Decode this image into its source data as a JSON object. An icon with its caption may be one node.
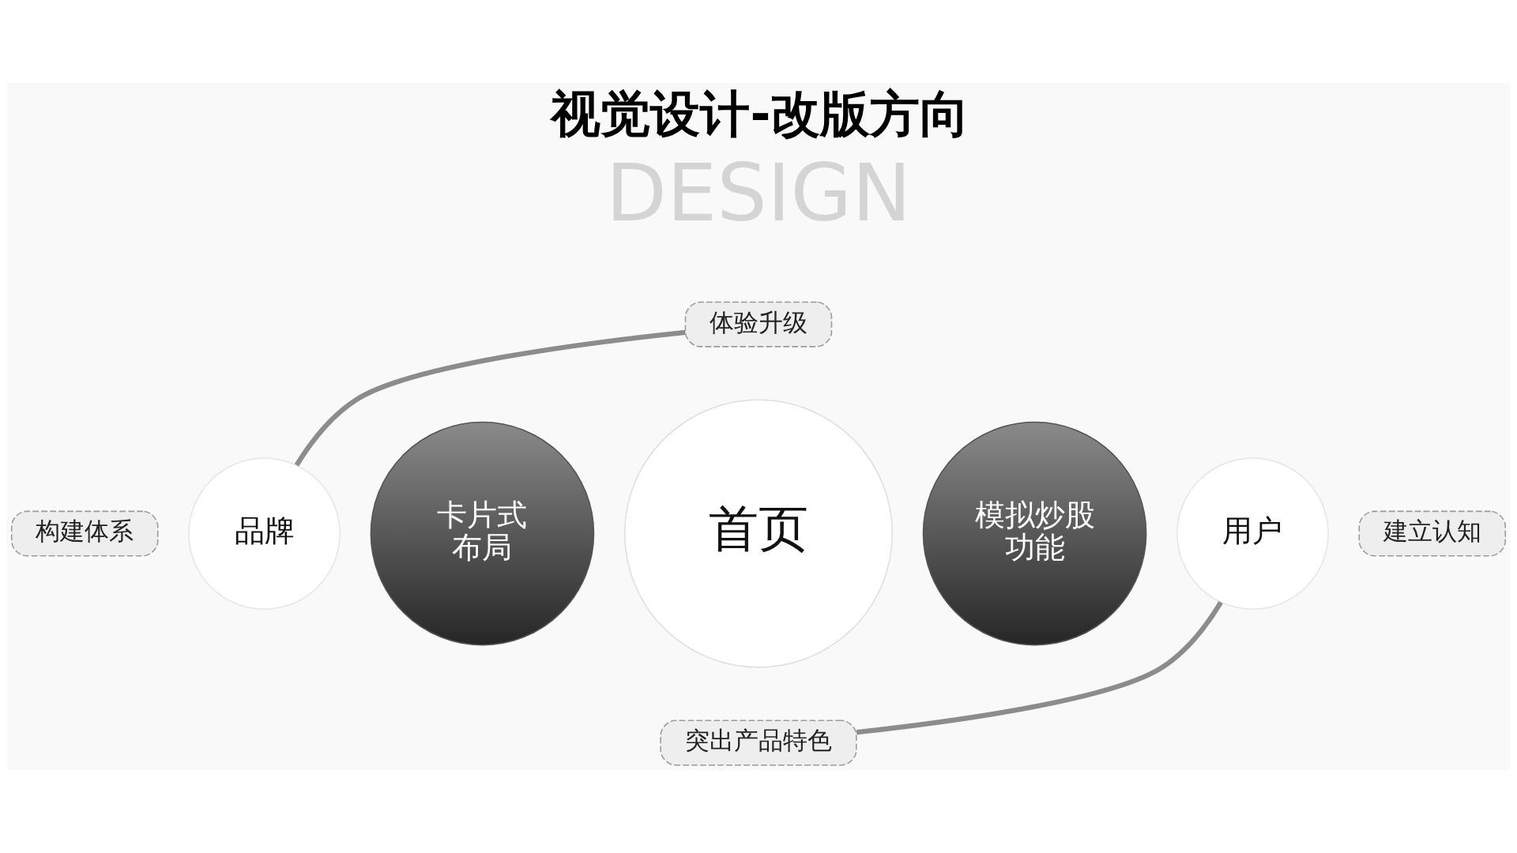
{
  "diagram": {
    "title": "视觉设计-改版方向",
    "nodes": [
      {
        "text": [
          "体验升级"
        ]
      },
      {
        "text": [
          "构建体系"
        ]
      },
      {
        "text": [
          "品牌"
        ]
      },
      {
        "text": [
          "卡片式布局"
        ]
      },
      {
        "text": [
          "首页"
        ]
      },
      {
        "text": [
          "模拟炒股功能"
        ]
      },
      {
        "text": [
          "用户"
        ]
      },
      {
        "text": [
          "建立认知"
        ]
      },
      {
        "text": [
          "突出产品特色"
        ]
      }
    ],
    "edges": [
      {
        "from": 2,
        "to": 0,
        "arrow": "none"
      },
      {
        "from": 6,
        "to": 8,
        "arrow": "none"
      }
    ],
    "labels": [
      "DESIGN"
    ]
  }
}
